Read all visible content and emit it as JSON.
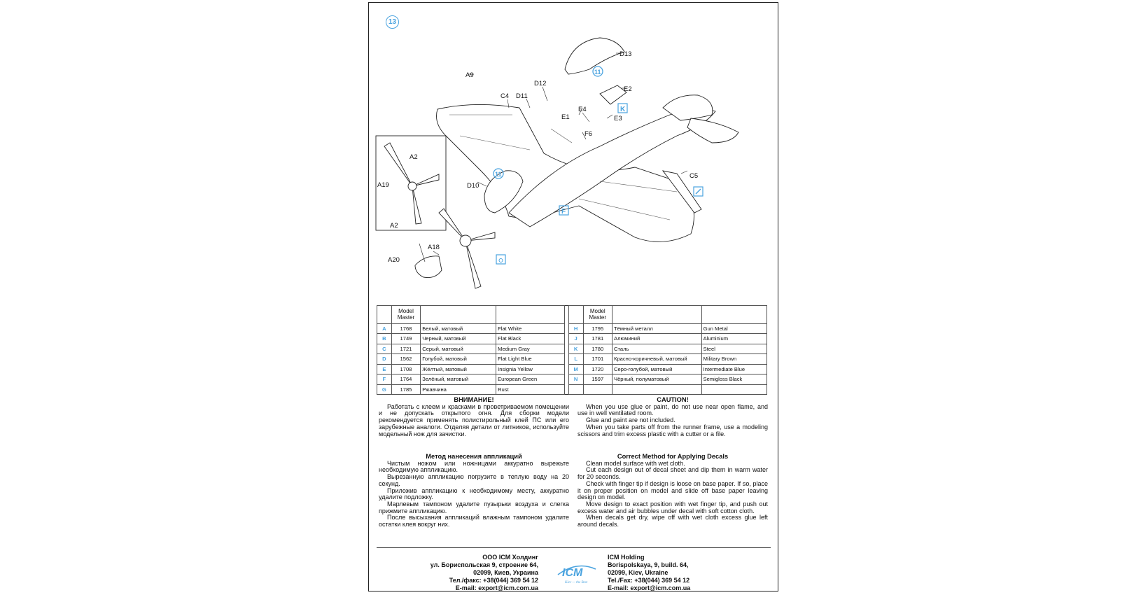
{
  "step_number": "13",
  "part_labels": {
    "A9": "A9",
    "C4": "C4",
    "D11": "D11",
    "D12": "D12",
    "D13": "D13",
    "E2": "E2",
    "E4": "E4",
    "E1": "E1",
    "E3": "E3",
    "F6": "F6",
    "A2_top": "A2",
    "A19": "A19",
    "A2_bottom": "A2",
    "D10": "D10",
    "A18": "A18",
    "A20": "A20",
    "C5": "C5"
  },
  "callouts": {
    "sub_step_top": "11",
    "sub_step_left": "11",
    "paint_k": "K",
    "paint_f": "F"
  },
  "paint_table": {
    "header": {
      "code": "",
      "master": "Model Master",
      "ru": "",
      "en": ""
    },
    "left": [
      {
        "code": "A",
        "num": "1768",
        "ru": "Белый, матовый",
        "en": "Flat White"
      },
      {
        "code": "B",
        "num": "1749",
        "ru": "Черный, матовый",
        "en": "Flat Black"
      },
      {
        "code": "C",
        "num": "1721",
        "ru": "Серый, матовый",
        "en": "Medium Gray"
      },
      {
        "code": "D",
        "num": "1562",
        "ru": "Голубой, матовый",
        "en": "Flat Light Blue"
      },
      {
        "code": "E",
        "num": "1708",
        "ru": "Жёлтый, матовый",
        "en": "Insignia Yellow"
      },
      {
        "code": "F",
        "num": "1764",
        "ru": "Зелёный, матовый",
        "en": "European Green"
      },
      {
        "code": "G",
        "num": "1785",
        "ru": "Ржавчина",
        "en": "Rust"
      }
    ],
    "right": [
      {
        "code": "H",
        "num": "1795",
        "ru": "Тёмный металл",
        "en": "Gun Metal"
      },
      {
        "code": "J",
        "num": "1781",
        "ru": "Алюминий",
        "en": "Aluminium"
      },
      {
        "code": "K",
        "num": "1780",
        "ru": "Сталь",
        "en": "Steel"
      },
      {
        "code": "L",
        "num": "1701",
        "ru": "Красно-коричневый, матовый",
        "en": "Military Brown"
      },
      {
        "code": "M",
        "num": "1720",
        "ru": "Серо-голубой, матовый",
        "en": "Intermediate Blue"
      },
      {
        "code": "N",
        "num": "1597",
        "ru": "Чёрный, полуматовый",
        "en": "Semigloss Black"
      }
    ]
  },
  "warning_ru": {
    "title": "ВНИМАНИЕ!",
    "p1": "Работать с клеем и красками в проветриваемом помещении и не допускать открытого огня. Для сборки модели рекомендуется применять полистирольный клей ПС или его зарубежные аналоги. Отделяя детали от литников, используйте модельный нож для зачистки."
  },
  "warning_en": {
    "title": "CAUTION!",
    "p1": "When you use glue or paint, do not use near open flame, and use in well ventilated room.",
    "p2": "Glue and paint are not included.",
    "p3": "When you take parts off from the runner frame, use a modeling scissors and trim excess plastic with a cutter or a file."
  },
  "decals_ru": {
    "title": "Метод нанесения аппликаций",
    "p1": "Чистым ножом или ножницами аккуратно вырежьте необходимую аппликацию.",
    "p2": "Вырезанную аппликацию погрузите в теплую воду на 20 секунд.",
    "p3": "Приложив аппликацию к необходимому месту, аккуратно удалите подложку.",
    "p4": "Марлевым тампоном удалите пузырьки воздуха и слегка прижмите аппликацию.",
    "p5": "После высыхания аппликаций влажным тампоном удалите остатки клея вокруг них."
  },
  "decals_en": {
    "title": "Correct Method for Applying Decals",
    "p1": "Clean model surface with wet cloth.",
    "p2": "Cut each design out of decal sheet and dip them in warm water for 20 seconds.",
    "p3": "Check with finger tip if design is loose on base paper. If so, place it on proper position on model and slide off base paper leaving design on model.",
    "p4": "Move design to exact position with wet finger tip, and push out excess water and air bubbles under decal with soft cotton cloth.",
    "p5": "When decals get dry, wipe off with wet cloth excess glue left around decals."
  },
  "address_ru": {
    "l1": "ООО ICM Холдинг",
    "l2": "ул. Бориспольская 9, строение 64,",
    "l3": "02099, Киев, Украина",
    "l4": "Тел./факс: +38(044) 369 54 12",
    "l5": "E-mail: export@icm.com.ua"
  },
  "address_en": {
    "l1": "ICM Holding",
    "l2": "Borispolskaya, 9, build. 64,",
    "l3": "02099, Kiev, Ukraine",
    "l4": "Tel./Fax: +38(044) 369 54 12",
    "l5": "E-mail: export@icm.com.ua"
  },
  "logo": {
    "text": "ICM",
    "tagline": "Kiev — the Best"
  },
  "colors": {
    "accent": "#4aa3df",
    "line": "#222222"
  }
}
